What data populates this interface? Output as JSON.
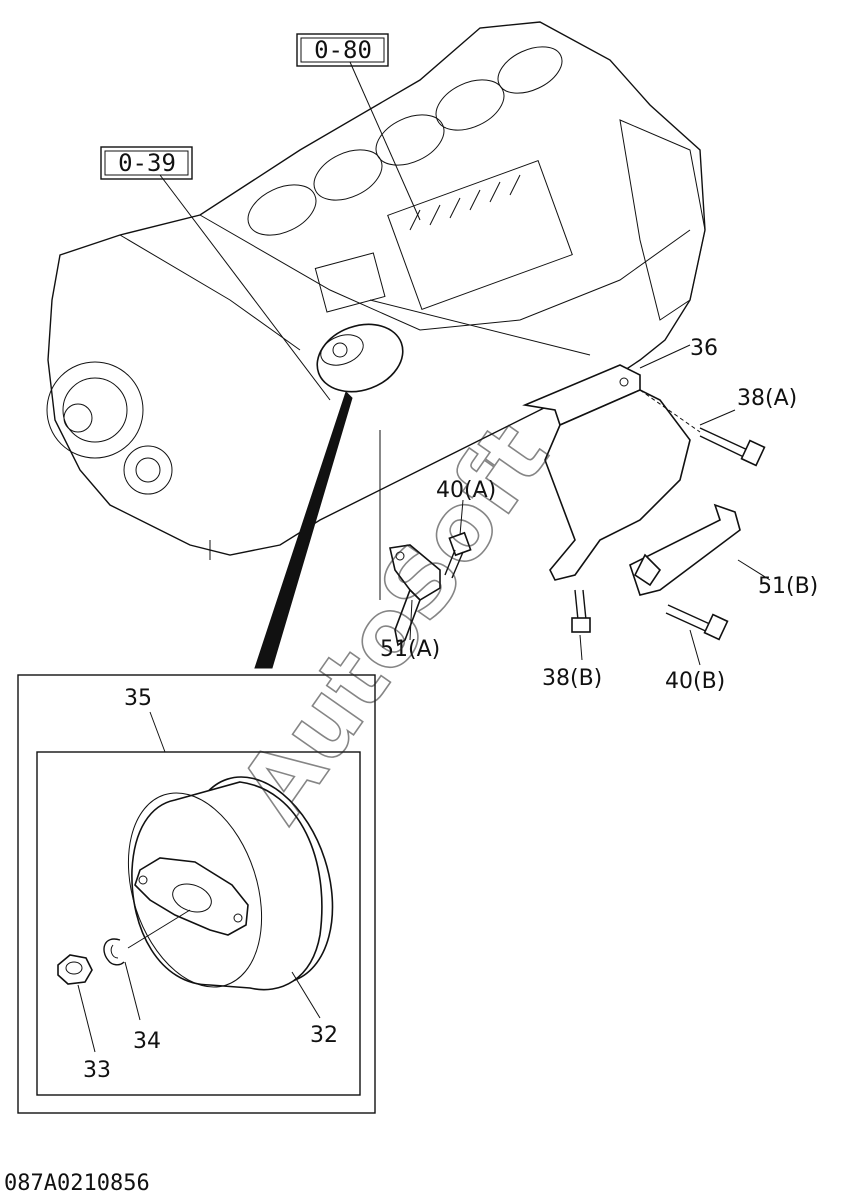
{
  "diagram": {
    "reference_boxes": [
      "0-80",
      "0-39"
    ],
    "callouts": [
      "36",
      "38(A)",
      "40(A)",
      "51(B)",
      "51(A)",
      "38(B)",
      "40(B)",
      "35",
      "32",
      "34",
      "33"
    ],
    "drawing_code": "087A0210856",
    "watermark": "AutoSoft"
  }
}
